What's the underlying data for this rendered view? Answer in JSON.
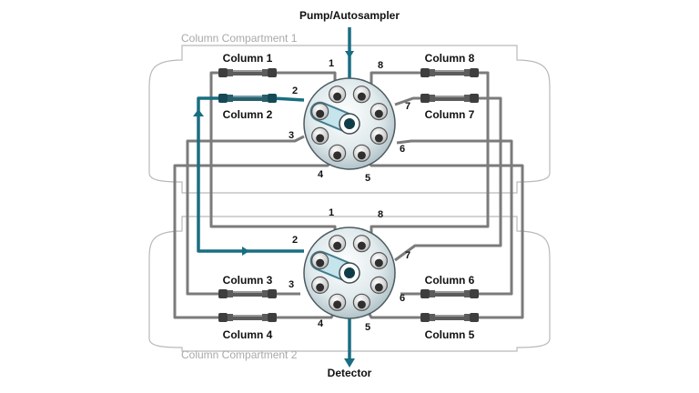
{
  "inlet_label": "Pump/Autosampler",
  "outlet_label": "Detector",
  "compartments": [
    "Column Compartment 1",
    "Column Compartment 2"
  ],
  "ports": [
    "1",
    "2",
    "3",
    "4",
    "5",
    "6",
    "7",
    "8"
  ],
  "columns": {
    "c1": "Column 1",
    "c2": "Column 2",
    "c3": "Column 3",
    "c4": "Column 4",
    "c5": "Column 5",
    "c6": "Column 6",
    "c7": "Column 7",
    "c8": "Column 8"
  },
  "colors": {
    "flow": "#1a6e82",
    "tubing": "#7b7b7b",
    "outline": "#b9b9b9"
  }
}
